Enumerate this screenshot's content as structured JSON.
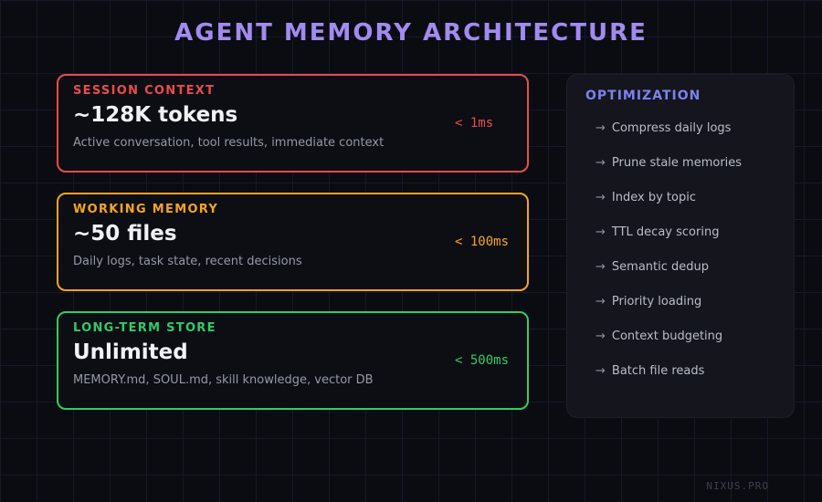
{
  "page": {
    "title": "AGENT MEMORY ARCHITECTURE",
    "watermark": "NIXUS.PRO"
  },
  "colors": {
    "background": "#0b0c11",
    "grid_line": "#171829",
    "card_background": "#0d0e14",
    "panel_background": "#14151d",
    "title_purple": "#a18bf0",
    "optimization_indigo": "#7b82ee",
    "session_red": "#e84c4c",
    "working_orange": "#f5a41f",
    "longterm_green": "#2fcc66",
    "value_white": "#f0f2f5",
    "subtext_gray": "#939aa6"
  },
  "cards": [
    {
      "label": "SESSION CONTEXT",
      "value": "~128K tokens",
      "latency": "< 1ms",
      "description": "Active conversation, tool results, immediate context",
      "accent": "#e84c4c"
    },
    {
      "label": "WORKING MEMORY",
      "value": "~50 files",
      "latency": "< 100ms",
      "description": "Daily logs, task state, recent decisions",
      "accent": "#f5a41f"
    },
    {
      "label": "LONG-TERM STORE",
      "value": "Unlimited",
      "latency": "< 500ms",
      "description": "MEMORY.md, SOUL.md, skill knowledge, vector DB",
      "accent": "#2fcc66"
    }
  ],
  "optimization": {
    "title": "OPTIMIZATION",
    "arrow": "→",
    "items": [
      "Compress daily logs",
      "Prune stale memories",
      "Index by topic",
      "TTL decay scoring",
      "Semantic dedup",
      "Priority loading",
      "Context budgeting",
      "Batch file reads"
    ]
  }
}
